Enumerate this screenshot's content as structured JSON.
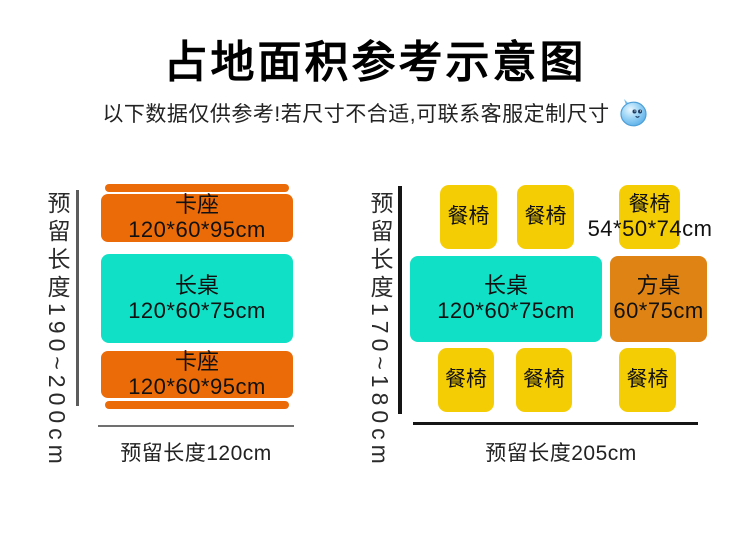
{
  "header": {
    "title": "占地面积参考示意图",
    "subtitle": "以下数据仅供参考!若尺寸不合适,可联系客服定制尺寸",
    "emoji_icon": "blue-bubble-face-emoji"
  },
  "colors": {
    "booth_orange": "#EB6B09",
    "square_table_orange": "#DF8414",
    "table_teal": "#10E0C6",
    "chair_yellow": "#F5CD05",
    "text_black": "#1A1A1A",
    "line_gray": "#5C5C5C",
    "line_black": "#151515"
  },
  "left_layout": {
    "side_label": "预留长度190~200cm",
    "booth_top": {
      "label": "卡座",
      "size": "120*60*95cm"
    },
    "long_table": {
      "label": "长桌",
      "size": "120*60*75cm"
    },
    "booth_bottom": {
      "label": "卡座",
      "size": "120*60*95cm"
    },
    "caption": "预留长度120cm"
  },
  "right_layout": {
    "side_label": "预留长度170~180cm",
    "chairs_top": [
      "餐椅",
      "餐椅",
      "餐椅"
    ],
    "chair_size": "54*50*74cm",
    "long_table": {
      "label": "长桌",
      "size": "120*60*75cm"
    },
    "square_table": {
      "label": "方桌",
      "size": "60*75cm"
    },
    "chairs_bottom": [
      "餐椅",
      "餐椅",
      "餐椅"
    ],
    "caption": "预留长度205cm"
  }
}
